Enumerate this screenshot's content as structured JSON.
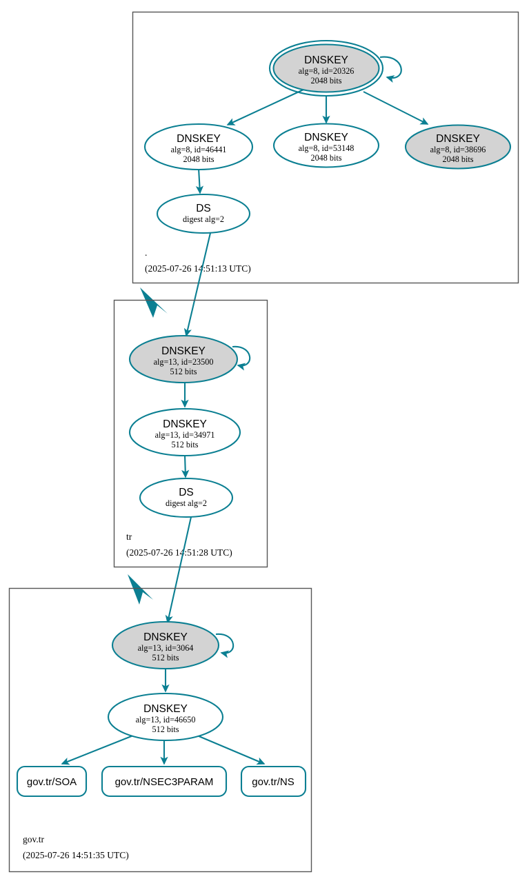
{
  "diagram": {
    "type": "dnssec-chain-of-trust",
    "colors": {
      "edge": "#0b7f92",
      "node_stroke": "#0b7f92",
      "node_fill_secure": "#d3d3d3",
      "node_fill_plain": "#ffffff",
      "zone_box_stroke": "#555555",
      "text": "#000000",
      "background": "#ffffff"
    },
    "zones": [
      {
        "id": "root",
        "name": ".",
        "timestamp": "(2025-07-26 14:51:13 UTC)",
        "nodes": [
          {
            "id": "root-ksk-20326",
            "kind": "DNSKEY",
            "title": "DNSKEY",
            "line2": "alg=8, id=20326",
            "line3": "2048 bits",
            "fill": "gray",
            "trust_anchor": true,
            "self_signed": true
          },
          {
            "id": "root-zsk-46441",
            "kind": "DNSKEY",
            "title": "DNSKEY",
            "line2": "alg=8, id=46441",
            "line3": "2048 bits",
            "fill": "white",
            "trust_anchor": false,
            "self_signed": false
          },
          {
            "id": "root-zsk-53148",
            "kind": "DNSKEY",
            "title": "DNSKEY",
            "line2": "alg=8, id=53148",
            "line3": "2048 bits",
            "fill": "white",
            "trust_anchor": false,
            "self_signed": false
          },
          {
            "id": "root-zsk-38696",
            "kind": "DNSKEY",
            "title": "DNSKEY",
            "line2": "alg=8, id=38696",
            "line3": "2048 bits",
            "fill": "gray",
            "trust_anchor": false,
            "self_signed": false
          },
          {
            "id": "root-ds-tr",
            "kind": "DS",
            "title": "DS",
            "line2": "digest alg=2",
            "line3": "",
            "fill": "white",
            "trust_anchor": false,
            "self_signed": false
          }
        ]
      },
      {
        "id": "tr",
        "name": "tr",
        "timestamp": "(2025-07-26 14:51:28 UTC)",
        "nodes": [
          {
            "id": "tr-ksk-23500",
            "kind": "DNSKEY",
            "title": "DNSKEY",
            "line2": "alg=13, id=23500",
            "line3": "512 bits",
            "fill": "gray",
            "trust_anchor": false,
            "self_signed": true
          },
          {
            "id": "tr-zsk-34971",
            "kind": "DNSKEY",
            "title": "DNSKEY",
            "line2": "alg=13, id=34971",
            "line3": "512 bits",
            "fill": "white",
            "trust_anchor": false,
            "self_signed": false
          },
          {
            "id": "tr-ds-govtr",
            "kind": "DS",
            "title": "DS",
            "line2": "digest alg=2",
            "line3": "",
            "fill": "white",
            "trust_anchor": false,
            "self_signed": false
          }
        ]
      },
      {
        "id": "gov-tr",
        "name": "gov.tr",
        "timestamp": "(2025-07-26 14:51:35 UTC)",
        "nodes": [
          {
            "id": "govtr-ksk-3064",
            "kind": "DNSKEY",
            "title": "DNSKEY",
            "line2": "alg=13, id=3064",
            "line3": "512 bits",
            "fill": "gray",
            "trust_anchor": false,
            "self_signed": true
          },
          {
            "id": "govtr-zsk-46650",
            "kind": "DNSKEY",
            "title": "DNSKEY",
            "line2": "alg=13, id=46650",
            "line3": "512 bits",
            "fill": "white",
            "trust_anchor": false,
            "self_signed": false
          }
        ],
        "rrsets": [
          {
            "id": "rrset-soa",
            "label": "gov.tr/SOA"
          },
          {
            "id": "rrset-nsec3param",
            "label": "gov.tr/NSEC3PARAM"
          },
          {
            "id": "rrset-ns",
            "label": "gov.tr/NS"
          }
        ]
      }
    ]
  }
}
